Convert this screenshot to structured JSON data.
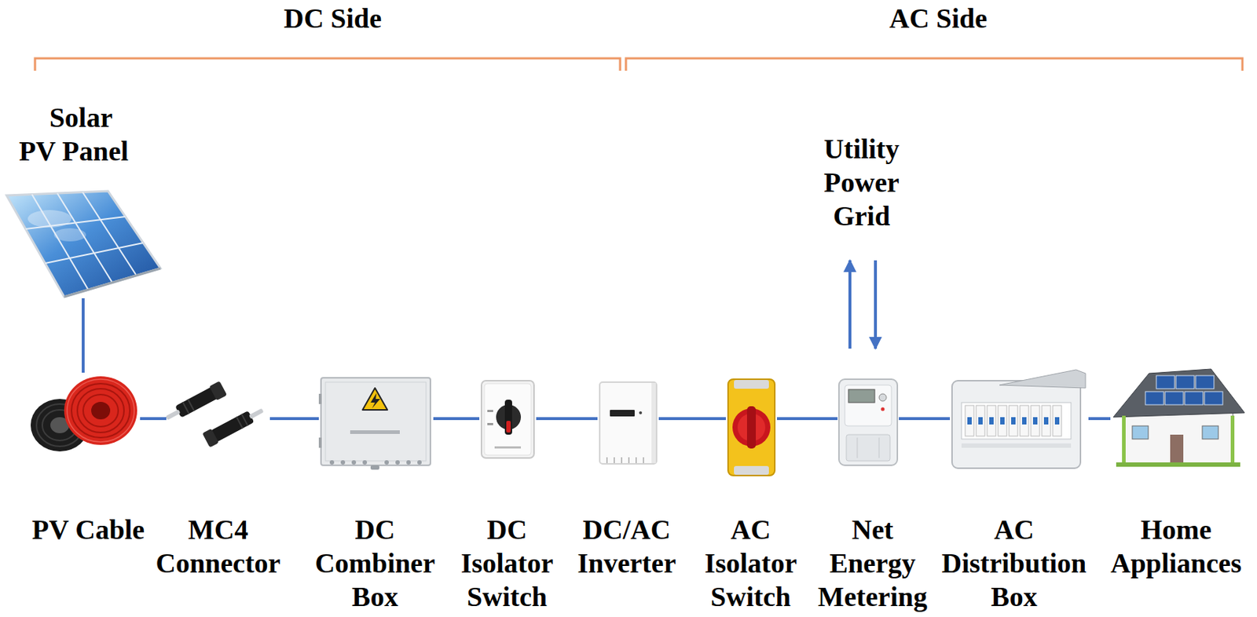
{
  "diagram": {
    "nodes": [
      {
        "text": [
          "Solar PV Panel"
        ]
      },
      {
        "text": [
          "PV Cable"
        ]
      },
      {
        "text": [
          "MC4 Connector"
        ]
      },
      {
        "text": [
          "DC Combiner Box"
        ]
      },
      {
        "text": [
          "DC Isolator Switch"
        ]
      },
      {
        "text": [
          "DC/AC Inverter"
        ]
      },
      {
        "text": [
          "AC Isolator Switch"
        ]
      },
      {
        "text": [
          "Net Energy Metering"
        ]
      },
      {
        "text": [
          "AC Distribution Box"
        ]
      },
      {
        "text": [
          "Home Appliances"
        ]
      },
      {
        "text": [
          "Utility Power Grid"
        ]
      }
    ],
    "edges": [
      {
        "from": 0,
        "to": 1,
        "arrow": "none"
      },
      {
        "from": 1,
        "to": 2,
        "arrow": "none"
      },
      {
        "from": 2,
        "to": 3,
        "arrow": "none"
      },
      {
        "from": 3,
        "to": 4,
        "arrow": "none"
      },
      {
        "from": 4,
        "to": 5,
        "arrow": "none"
      },
      {
        "from": 5,
        "to": 6,
        "arrow": "none"
      },
      {
        "from": 6,
        "to": 7,
        "arrow": "none"
      },
      {
        "from": 7,
        "to": 8,
        "arrow": "none"
      },
      {
        "from": 8,
        "to": 9,
        "arrow": "none"
      },
      {
        "from": 7,
        "to": 10,
        "arrow": "to"
      },
      {
        "from": 10,
        "to": 7,
        "arrow": "to"
      }
    ],
    "labels": [
      "DC Side",
      "AC Side"
    ]
  }
}
